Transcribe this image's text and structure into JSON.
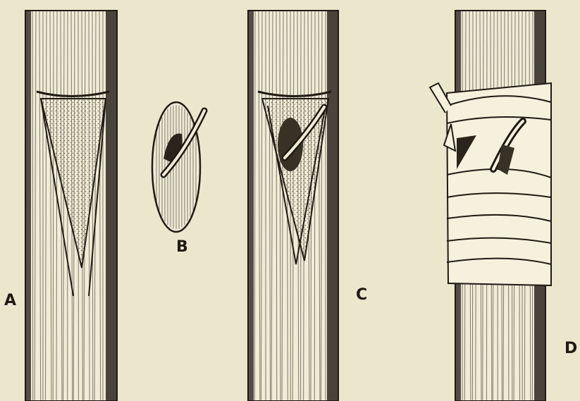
{
  "figure": {
    "panels": [
      {
        "id": "A",
        "label": "A"
      },
      {
        "id": "B",
        "label": "B"
      },
      {
        "id": "C",
        "label": "C"
      },
      {
        "id": "D",
        "label": "D"
      }
    ]
  },
  "colors": {
    "paper": "#ece6cc",
    "ink": "#1f1a14",
    "bark": "#f1ecd6",
    "raffia": "#f6f1dd"
  }
}
